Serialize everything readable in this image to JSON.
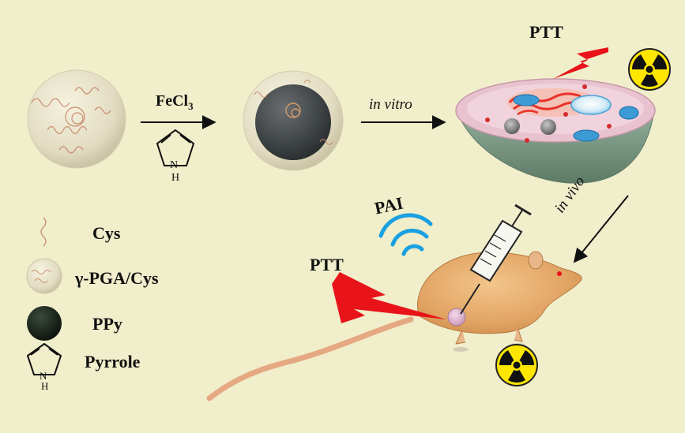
{
  "reagent": {
    "main": "FeCl",
    "subscript": "3"
  },
  "pyrrole_nh": "N",
  "pyrrole_h": "H",
  "in_vitro": "in vitro",
  "in_vivo": "in vivo",
  "ptt_top": "PTT",
  "ptt_left": "PTT",
  "pai": "PAI",
  "legend": {
    "cys": "Cys",
    "pga_cys": "γ-PGA/Cys",
    "ppy": "PPy",
    "pyrrole": "Pyrrole"
  },
  "colors": {
    "background": "#f0eecb",
    "laser_red": "#e8141a",
    "pai_blue": "#1aa0e0",
    "radiation_yellow": "#ffe600",
    "rat_body": "#e2a866",
    "cell_membrane": "#e8c3cf",
    "cell_bowl": "#7f9c8a"
  },
  "icons": [
    "radiation-hazard-icon",
    "syringe-icon",
    "laser-lightning-icon",
    "pai-wave-icon",
    "rat-illustration",
    "cell-illustration"
  ]
}
